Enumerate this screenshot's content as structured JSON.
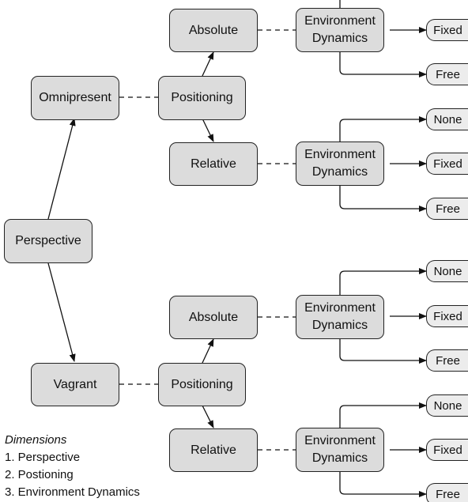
{
  "diagram": {
    "root": "Perspective",
    "perspectives": [
      "Omnipresent",
      "Vagrant"
    ],
    "positioning": "Positioning",
    "positioning_options": [
      "Absolute",
      "Relative"
    ],
    "environment_dynamics": "Environment\nDynamics",
    "leaves": {
      "omni_absolute": [
        "Fixed",
        "Free"
      ],
      "omni_relative": [
        "None",
        "Fixed",
        "Free"
      ],
      "vag_absolute": [
        "None",
        "Fixed",
        "Free"
      ],
      "vag_relative": [
        "None",
        "Fixed",
        "Free"
      ]
    }
  },
  "legend": {
    "title": "Dimensions",
    "items": [
      "1. Perspective",
      "2. Postioning",
      "3. Environment Dynamics"
    ]
  }
}
